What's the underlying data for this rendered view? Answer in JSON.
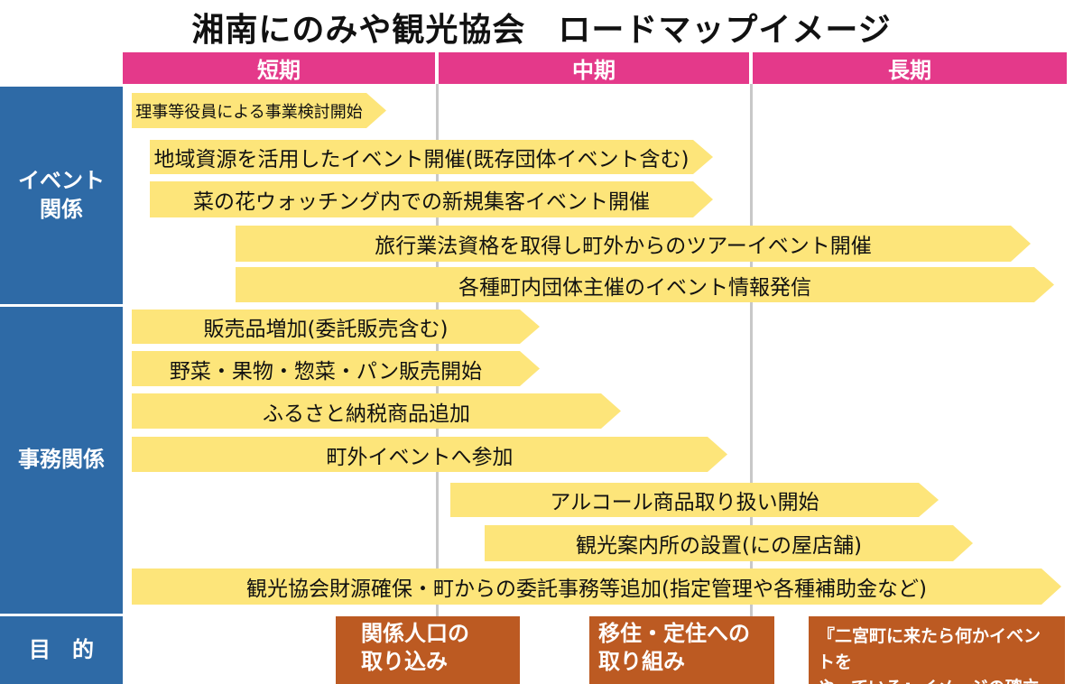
{
  "title": {
    "main": "湘南にのみや観光協会",
    "sub": "ロードマップイメージ"
  },
  "periods": [
    "短期",
    "中期",
    "長期"
  ],
  "categories": {
    "event": "イベント\n関係",
    "office": "事務関係",
    "purpose": "目　的"
  },
  "items": [
    "理事等役員による事業検討開始",
    "地域資源を活用したイベント開催(既存団体イベント含む)",
    "菜の花ウォッチング内での新規集客イベント開催",
    "旅行業法資格を取得し町外からのツアーイベント開催",
    "各種町内団体主催のイベント情報発信",
    "販売品増加(委託販売含む)",
    "野菜・果物・惣菜・パン販売開始",
    "ふるさと納税商品追加",
    "町外イベントへ参加",
    "アルコール商品取り扱い開始",
    "観光案内所の設置(にの屋店舗)",
    "観光協会財源確保・町からの委託事務等追加(指定管理や各種補助金など)"
  ],
  "goals": [
    {
      "l1": "関係人口の",
      "l2": "取り込み"
    },
    {
      "l1": "移住・定住への",
      "l2": "取り組み"
    },
    {
      "l1": "『二宮町に来たら何かイベントを",
      "l2": "やっている』イメージの確立"
    }
  ],
  "colors": {
    "header": "#e4398a",
    "side": "#2e6aa6",
    "bar": "#fde57a",
    "goal": "#bc5a22"
  }
}
